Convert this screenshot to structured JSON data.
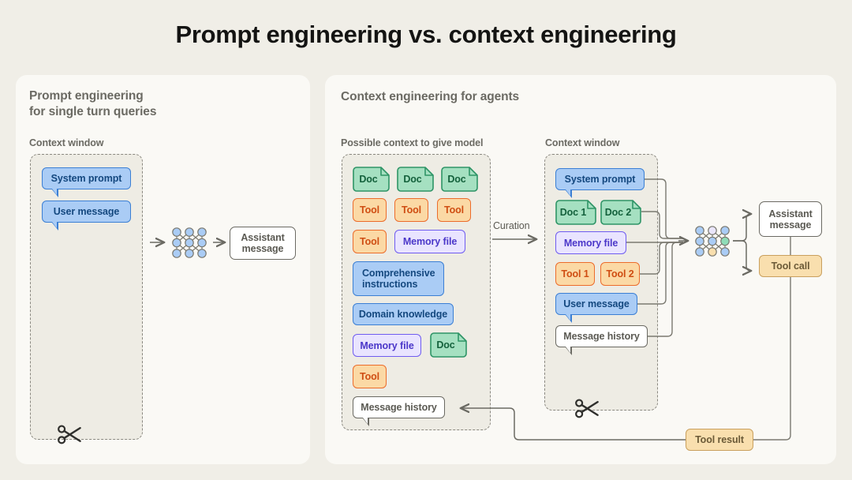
{
  "title": "Prompt engineering vs. context engineering",
  "left_panel": {
    "heading_line1": "Prompt engineering",
    "heading_line2": "for single turn queries",
    "context_window_label": "Context window",
    "context_items": [
      {
        "label": "System prompt",
        "kind": "bubble-blue"
      },
      {
        "label": "User message",
        "kind": "bubble-blue"
      }
    ],
    "model_icon": "neural-network-icon",
    "output": {
      "label_line1": "Assistant",
      "label_line2": "message"
    },
    "cut_icon": "scissors-icon"
  },
  "right_panel": {
    "heading": "Context engineering for agents",
    "possible_context_label": "Possible context to give model",
    "context_window_label": "Context window",
    "curation_label": "Curation",
    "possible_context_items": [
      {
        "label": "Doc",
        "kind": "doc"
      },
      {
        "label": "Doc",
        "kind": "doc"
      },
      {
        "label": "Doc",
        "kind": "doc"
      },
      {
        "label": "Tool",
        "kind": "tool"
      },
      {
        "label": "Tool",
        "kind": "tool"
      },
      {
        "label": "Tool",
        "kind": "tool"
      },
      {
        "label": "Tool",
        "kind": "tool"
      },
      {
        "label": "Memory file",
        "kind": "memory"
      },
      {
        "label": "Comprehensive instructions",
        "kind": "instruction"
      },
      {
        "label": "Domain knowledge",
        "kind": "instruction"
      },
      {
        "label": "Memory file",
        "kind": "memory"
      },
      {
        "label": "Doc",
        "kind": "doc"
      },
      {
        "label": "Tool",
        "kind": "tool"
      },
      {
        "label": "Message history",
        "kind": "bubble-white"
      }
    ],
    "context_window_items": [
      {
        "label": "System prompt",
        "kind": "bubble-blue"
      },
      {
        "label": "Doc 1",
        "kind": "doc"
      },
      {
        "label": "Doc 2",
        "kind": "doc"
      },
      {
        "label": "Memory file",
        "kind": "memory"
      },
      {
        "label": "Tool 1",
        "kind": "tool"
      },
      {
        "label": "Tool 2",
        "kind": "tool"
      },
      {
        "label": "User message",
        "kind": "bubble-blue"
      },
      {
        "label": "Message history",
        "kind": "bubble-white"
      }
    ],
    "model_icon": "neural-network-icon",
    "outputs": [
      {
        "label_line1": "Assistant",
        "label_line2": "message",
        "kind": "white"
      },
      {
        "label_line1": "Tool call",
        "label_line2": "",
        "kind": "tan"
      }
    ],
    "tool_result": {
      "label": "Tool result"
    },
    "cut_icon": "scissors-icon"
  },
  "labels": {
    "doc": "Doc",
    "tool": "Tool",
    "memory_file": "Memory file",
    "comprehensive_instructions_l1": "Comprehensive",
    "comprehensive_instructions_l2": "instructions",
    "domain_knowledge": "Domain knowledge",
    "message_history": "Message history",
    "system_prompt": "System prompt",
    "user_message": "User message",
    "doc1": "Doc 1",
    "doc2": "Doc 2",
    "tool1": "Tool 1",
    "tool2": "Tool 2",
    "assistant_l1": "Assistant",
    "assistant_l2": "message",
    "tool_call": "Tool call",
    "tool_result": "Tool result"
  },
  "colors": {
    "page_background": "#f0eee7",
    "panel_background": "#faf9f5",
    "context_window_fill": "#eeece4",
    "blue_fill": "#aaccf5",
    "blue_stroke": "#3b7fd4",
    "green_fill": "#a5e0c1",
    "green_stroke": "#2e9466",
    "orange_fill": "#fbd9a5",
    "orange_stroke": "#ec6c2b",
    "purple_fill": "#e9e4ff",
    "purple_stroke": "#6f5cf0",
    "tan_fill": "#f9dfae",
    "tan_stroke": "#c9a05e",
    "line": "#6b6a63",
    "text_dark": "#141413"
  }
}
